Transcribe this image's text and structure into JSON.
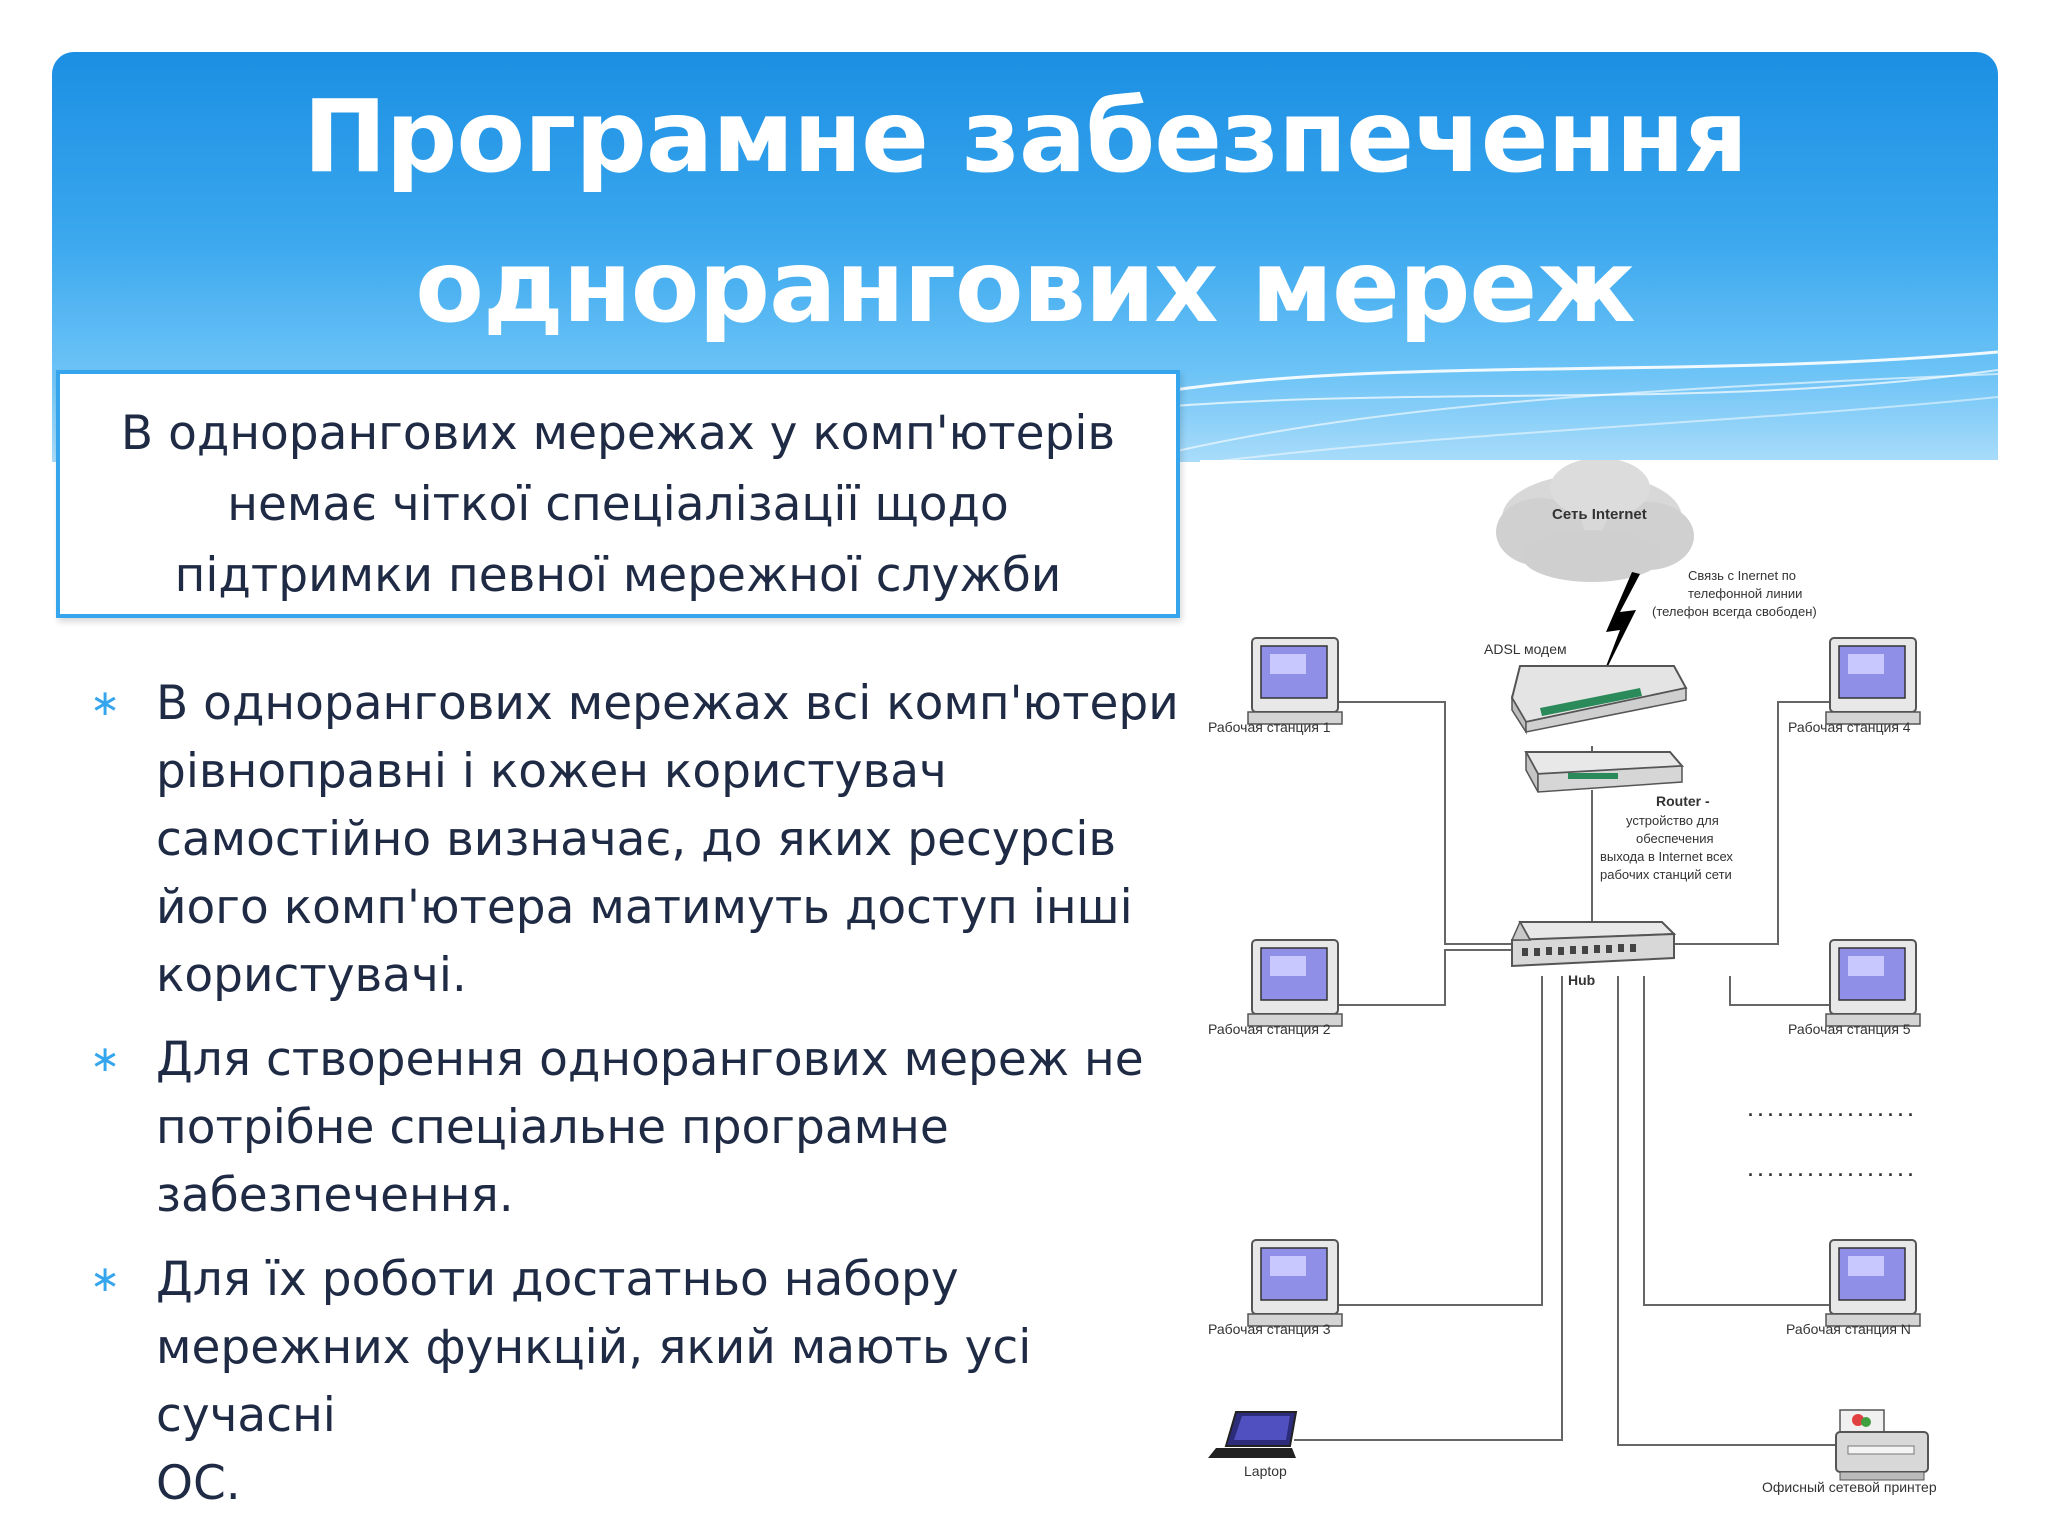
{
  "title": {
    "line1": "Програмне забезпечення",
    "line2": "однорангових мереж"
  },
  "callout": {
    "line1": "В однорангових мережах у комп'ютерів",
    "line2": "немає чіткої спеціалізації  щодо",
    "line3": "підтримки певної мережної служби"
  },
  "bullets": [
    {
      "marker": "∗",
      "lines": [
        "В однорангових мережах всі комп'ютери",
        "рівноправні і кожен користувач",
        "самостійно визначає, до яких ресурсів",
        "його комп'ютера матимуть доступ інші",
        "користувачі."
      ]
    },
    {
      "marker": "∗",
      "lines": [
        "Для створення однорангових мереж не",
        "потрібне спеціальне програмне",
        "забезпечення."
      ]
    },
    {
      "marker": "∗",
      "lines": [
        "Для їх роботи достатньо набору",
        "мережних функцій, який мають усі сучасні",
        "ОС."
      ]
    }
  ],
  "diagram": {
    "cloud_label": "Сеть Internet",
    "phone_note": [
      "Связь с Inernet по",
      "телефонной линии",
      "(телефон всегда свободен)"
    ],
    "modem_label": "ADSL модем",
    "router_title": "Router -",
    "router_desc": [
      "устройство для",
      "обеспечения",
      "выхода в Internet всех",
      "рабочих станций сети"
    ],
    "hub_label": "Hub",
    "ws1": "Рабочая станция  1",
    "ws2": "Рабочая станция  2",
    "ws3": "Рабочая станция  3",
    "ws4": "Рабочая станция  4",
    "ws5": "Рабочая станция  5",
    "wsn": "Рабочая станция  N",
    "laptop": "Laptop",
    "printer": "Офисный сетевой принтер",
    "dots": ". . . . . . . . . . . . . . . . ."
  },
  "colors": {
    "header_top": "#1c8fe3",
    "header_bottom": "#a9dcfa",
    "accent": "#35a6ee",
    "text": "#1f2a44"
  }
}
